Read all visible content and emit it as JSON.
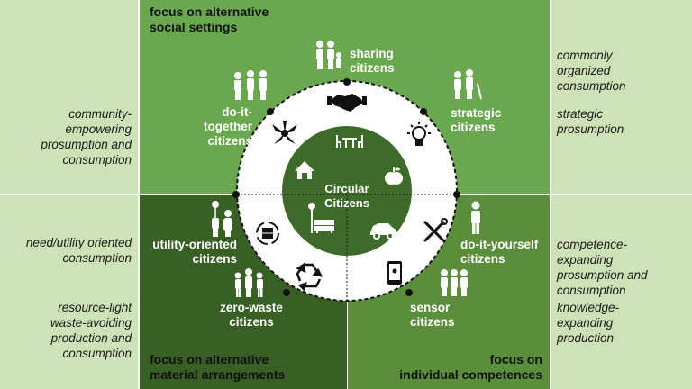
{
  "colors": {
    "side_panel": "#cde2b6",
    "top_quadrant": "#6aa84f",
    "bottom_left_quadrant": "#385f24",
    "bottom_right_quadrant": "#5a8e3b",
    "center": "#3e6b2a",
    "ring": "#ffffff"
  },
  "focus": {
    "social": [
      "focus on alternative",
      "social settings"
    ],
    "material": [
      "focus on alternative",
      "material arrangements"
    ],
    "competences": [
      "focus on",
      "individual competences"
    ]
  },
  "left_texts": {
    "community": [
      "community-",
      "empowering",
      "prosumption and",
      "consumption"
    ],
    "need": [
      "need/utility oriented",
      "consumption"
    ],
    "resource": [
      "resource-light",
      "waste-avoiding",
      "production and",
      "consumption"
    ]
  },
  "right_texts": {
    "commonly": [
      "commonly",
      "organized",
      "consumption"
    ],
    "strategic": [
      "strategic",
      "prosumption"
    ],
    "competence": [
      "competence-",
      "expanding",
      "prosumption and",
      "consumption"
    ],
    "knowledge": [
      "knowledge-",
      "expanding",
      "production"
    ]
  },
  "categories": {
    "sharing": [
      "sharing",
      "citizens"
    ],
    "strategic": [
      "strategic",
      "citizens"
    ],
    "dotogether": [
      "do-it-",
      "together",
      "citizens"
    ],
    "utility": [
      "utility-oriented",
      "citizens"
    ],
    "zerowaste": [
      "zero-waste",
      "citizens"
    ],
    "sensor": [
      "sensor",
      "citizens"
    ],
    "diy": [
      "do-it-yourself",
      "citizens"
    ]
  },
  "center": {
    "title": [
      "Circular",
      "Citizens"
    ]
  },
  "icons": {
    "ring": [
      "handshake-icon",
      "lightbulb-icon",
      "tools-icon",
      "smartphone-icon",
      "recycle-icon",
      "box-cycle-icon",
      "hands-together-icon"
    ],
    "center": [
      "table-chairs-icon",
      "house-icon",
      "apple-icon",
      "park-bench-icon",
      "car-icon"
    ],
    "people": [
      "sharing-people-icon",
      "strategic-people-icon",
      "together-people-icon",
      "utility-people-icon",
      "zerowaste-people-icon",
      "diy-person-icon",
      "sensor-people-icon"
    ]
  }
}
